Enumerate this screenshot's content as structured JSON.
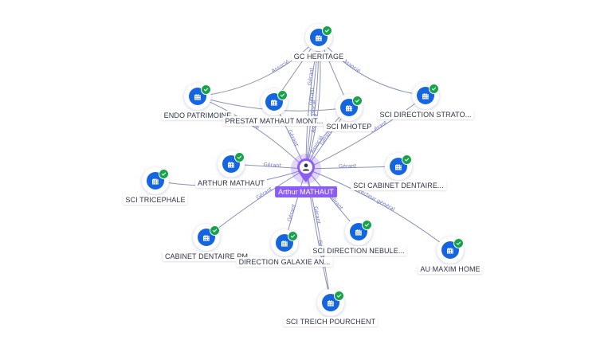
{
  "colors": {
    "company_node": "#1565e0",
    "verified_badge": "#16a34a",
    "person_node": "#8b5cf6",
    "edge": "#8b93b8",
    "edge_label": "#6b73c9"
  },
  "center_node": {
    "name": "Arthur MATHAUT",
    "icon": "person-icon"
  },
  "company_icon": "building-icon",
  "badge_icon": "check-icon",
  "nodes": [
    {
      "name": "GC HERITAGE"
    },
    {
      "name": "ENDO PATRIMOINE"
    },
    {
      "name": "PRESTAT MATHAUT MONT..."
    },
    {
      "name": "SCI MHOTEP"
    },
    {
      "name": "SCI DIRECTION STRATO..."
    },
    {
      "name": "ARTHUR MATHAUT"
    },
    {
      "name": "SCI TRICEPHALE"
    },
    {
      "name": "SCI CABINET DENTAIRE..."
    },
    {
      "name": "CABINET DENTAIRE PM"
    },
    {
      "name": "DIRECTION GALAXIE AN..."
    },
    {
      "name": "SCI DIRECTION NEBULE..."
    },
    {
      "name": "AU MAXIM HOME"
    },
    {
      "name": "SCI TREICH POURCHENT"
    }
  ],
  "edge_labels": [
    "Associé",
    "Associé",
    "Gérant",
    "Associé",
    "Gérant",
    "Associé",
    "Associé",
    "Gérant",
    "Gérant",
    "Gérant",
    "Associé",
    "Gérant",
    "Président",
    "Gérant",
    "Gérant",
    "Gérant",
    "Directeur général",
    "Gérant",
    "Gérant",
    "Gérant"
  ]
}
